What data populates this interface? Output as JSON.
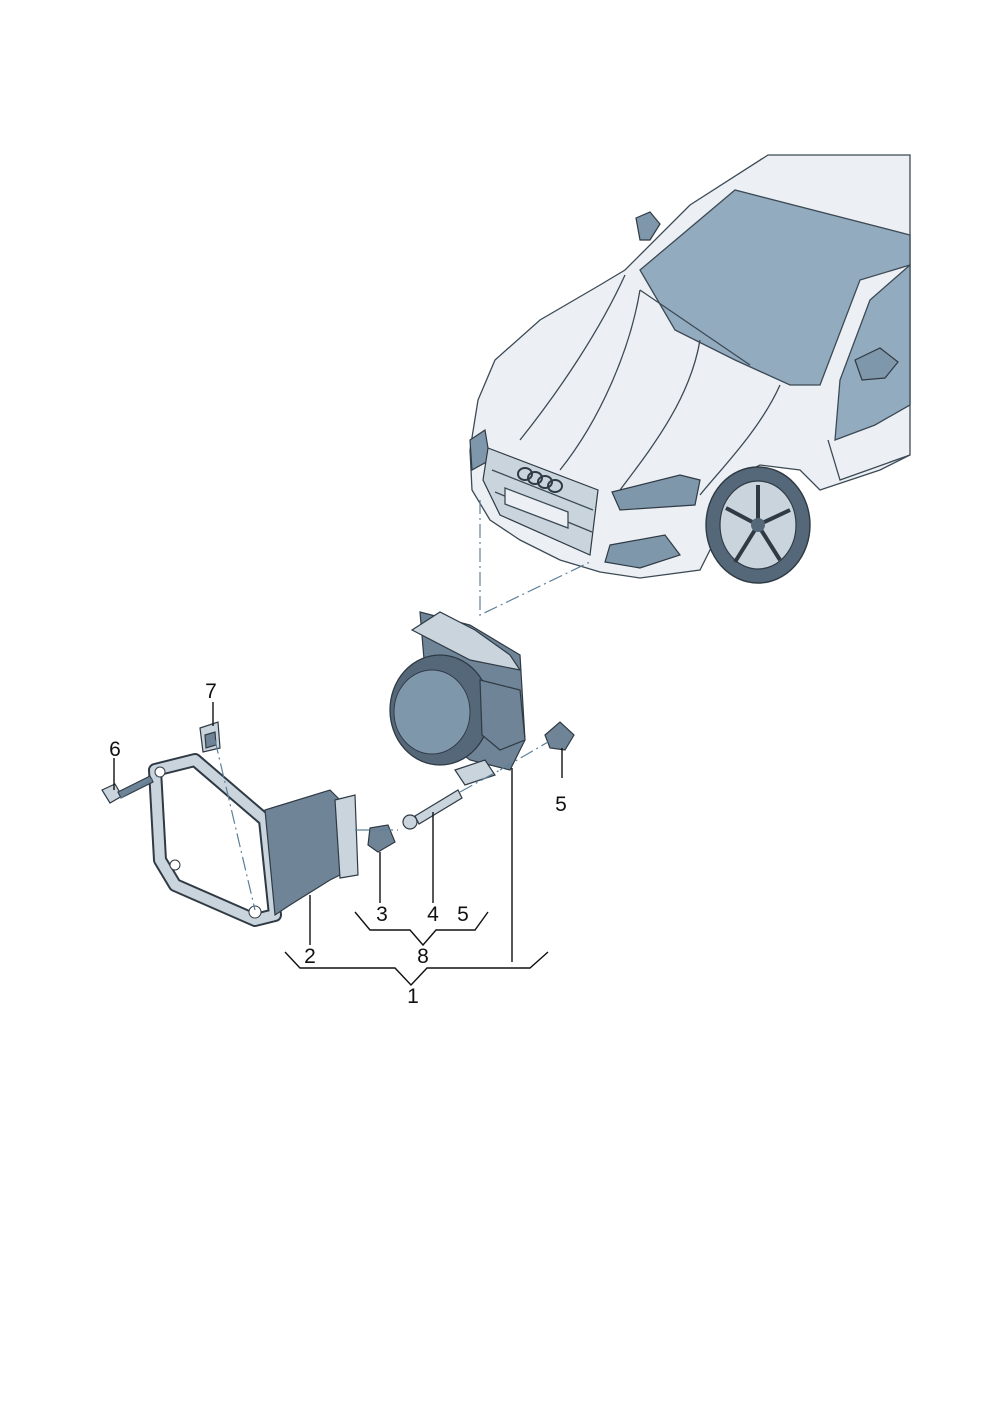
{
  "callouts": {
    "c1": "1",
    "c2": "2",
    "c3": "3",
    "c4": "4",
    "c5a": "5",
    "c5b": "5",
    "c6": "6",
    "c7": "7",
    "c8": "8"
  },
  "colors": {
    "body": "#ecf0f4",
    "glass": "#93abbf",
    "parts": "#c9d4dd",
    "parts_dark": "#6f8597",
    "leader_dash": "#5d7f98"
  }
}
